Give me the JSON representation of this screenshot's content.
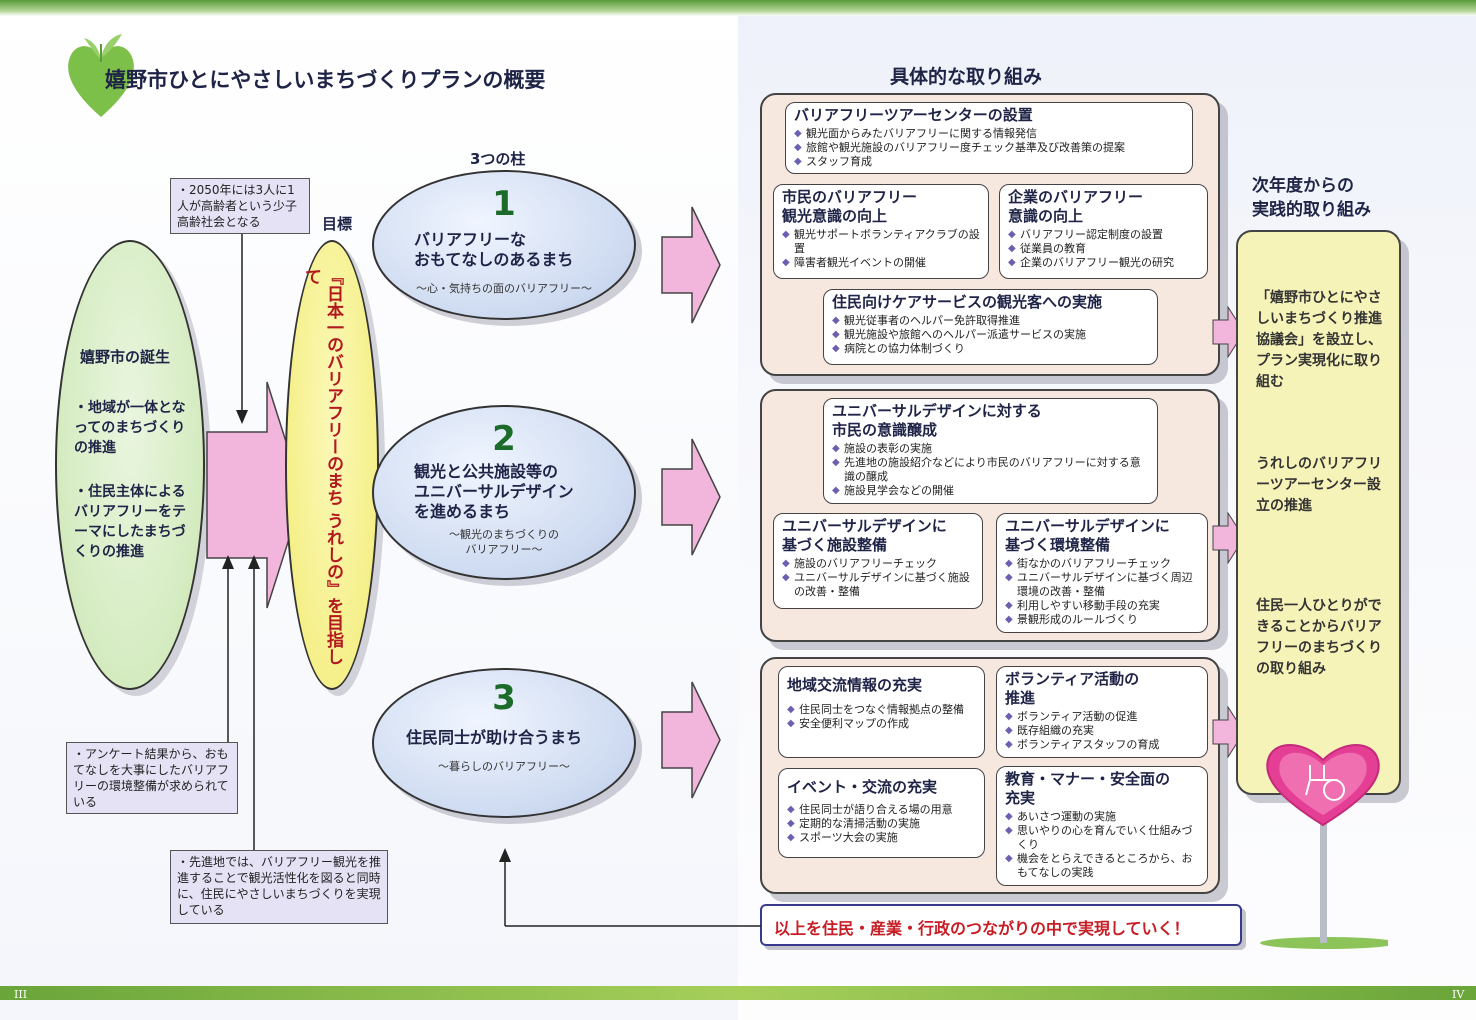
{
  "header": {
    "title": "嬉野市ひとにやさしいまちづくりプランの概要"
  },
  "left": {
    "note_top": "・2050年には3人に1人が高齢者という少子高齢社会となる",
    "birth_title": "嬉野市の誕生",
    "birth_items": [
      "・地域が一体となってのまちづくりの推進",
      "・住民主体によるバリアフリーをテーマにしたまちづくりの推進"
    ],
    "goal_label": "目標",
    "goal_text": "『日本一のバリアフリーのまち うれしの』を目指して",
    "note_bottom1": "・アンケート結果から、おもてなしを大事にしたバリアフリーの環境整備が求められている",
    "note_bottom2": "・先進地では、バリアフリー観光を推進することで観光活性化を図ると同時に、住民にやさしいまちづくりを実現している",
    "pillars_label": "3つの柱",
    "pillars": [
      {
        "num": "1",
        "title": "バリアフリーな\nおもてなしのあるまち",
        "sub": "～心・気持ちの面のバリアフリー～"
      },
      {
        "num": "2",
        "title": "観光と公共施設等の\nユニバーサルデザイン\nを進めるまち",
        "sub": "～観光のまちづくりの\nバリアフリー～"
      },
      {
        "num": "3",
        "title": "住民同士が助け合うまち",
        "sub": "～暮らしのバリアフリー～"
      }
    ]
  },
  "right": {
    "section_title": "具体的な取り組み",
    "panel1": {
      "box_a": {
        "title": "バリアフリーツアーセンターの設置",
        "items": [
          "観光面からみたバリアフリーに関する情報発信",
          "旅館や観光施設のバリアフリー度チェック基準及び改善策の提案",
          "スタッフ育成"
        ]
      },
      "box_b": {
        "title": "市民のバリアフリー\n観光意識の向上",
        "items": [
          "観光サポートボランティアクラブの設置",
          "障害者観光イベントの開催"
        ]
      },
      "box_c": {
        "title": "企業のバリアフリー\n意識の向上",
        "items": [
          "バリアフリー認定制度の設置",
          "従業員の教育",
          "企業のバリアフリー観光の研究"
        ]
      },
      "box_d": {
        "title": "住民向けケアサービスの観光客への実施",
        "items": [
          "観光従事者のヘルパー免許取得推進",
          "観光施設や旅館へのヘルパー派遣サービスの実施",
          "病院との協力体制づくり"
        ]
      }
    },
    "panel2": {
      "box_a": {
        "title": "ユニバーサルデザインに対する\n市民の意識醸成",
        "items": [
          "施設の表彰の実施",
          "先進地の施設紹介などにより市民のバリアフリーに対する意識の醸成",
          "施設見学会などの開催"
        ]
      },
      "box_b": {
        "title": "ユニバーサルデザインに\n基づく施設整備",
        "items": [
          "施設のバリアフリーチェック",
          "ユニバーサルデザインに基づく施設の改善・整備"
        ]
      },
      "box_c": {
        "title": "ユニバーサルデザインに\n基づく環境整備",
        "items": [
          "街なかのバリアフリーチェック",
          "ユニバーサルデザインに基づく周辺環境の改善・整備",
          "利用しやすい移動手段の充実",
          "景観形成のルールづくり"
        ]
      }
    },
    "panel3": {
      "box_a": {
        "title": "地域交流情報の充実",
        "items": [
          "住民同士をつなぐ情報拠点の整備",
          "安全便利マップの作成"
        ]
      },
      "box_b": {
        "title": "ボランティア活動の\n推進",
        "items": [
          "ボランティア活動の促進",
          "既存組織の充実",
          "ボランティアスタッフの育成"
        ]
      },
      "box_c": {
        "title": "イベント・交流の充実",
        "items": [
          "住民同士が語り合える場の用意",
          "定期的な清掃活動の実施",
          "スポーツ大会の実施"
        ]
      },
      "box_d": {
        "title": "教育・マナー・安全面の\n充実",
        "items": [
          "あいさつ運動の実施",
          "思いやりの心を育んでいく仕組みづくり",
          "機会をとらえできるところから、おもてなしの実践"
        ]
      }
    },
    "bottom_banner": "以上を住民・産業・行政のつながりの中で実現していく！",
    "next_year_title": "次年度からの\n実践的取り組み",
    "next_year_items": [
      "「嬉野市ひとにやさしいまちづくり推進協議会」を設立し、プラン実現化に取り組む",
      "うれしのバリアフリーツアーセンター設立の推進",
      "住民一人ひとりができることからバリアフリーのまちづくりの取り組み"
    ]
  },
  "footer": {
    "page_left": "III",
    "page_right": "IV"
  },
  "colors": {
    "pink_arrow": "#f2b6dc",
    "pillar_blue": "#cddaf0",
    "goal_yellow": "#f5f08a",
    "birth_green": "#d4ebc0",
    "panel_peach": "#f6e8df",
    "note_lavender": "#e6e2f6",
    "next_yellow": "#f6f3b8"
  },
  "icons": {
    "logo": "heart-sprout-icon",
    "wheelchair": "wheelchair-heart-sign-icon"
  }
}
